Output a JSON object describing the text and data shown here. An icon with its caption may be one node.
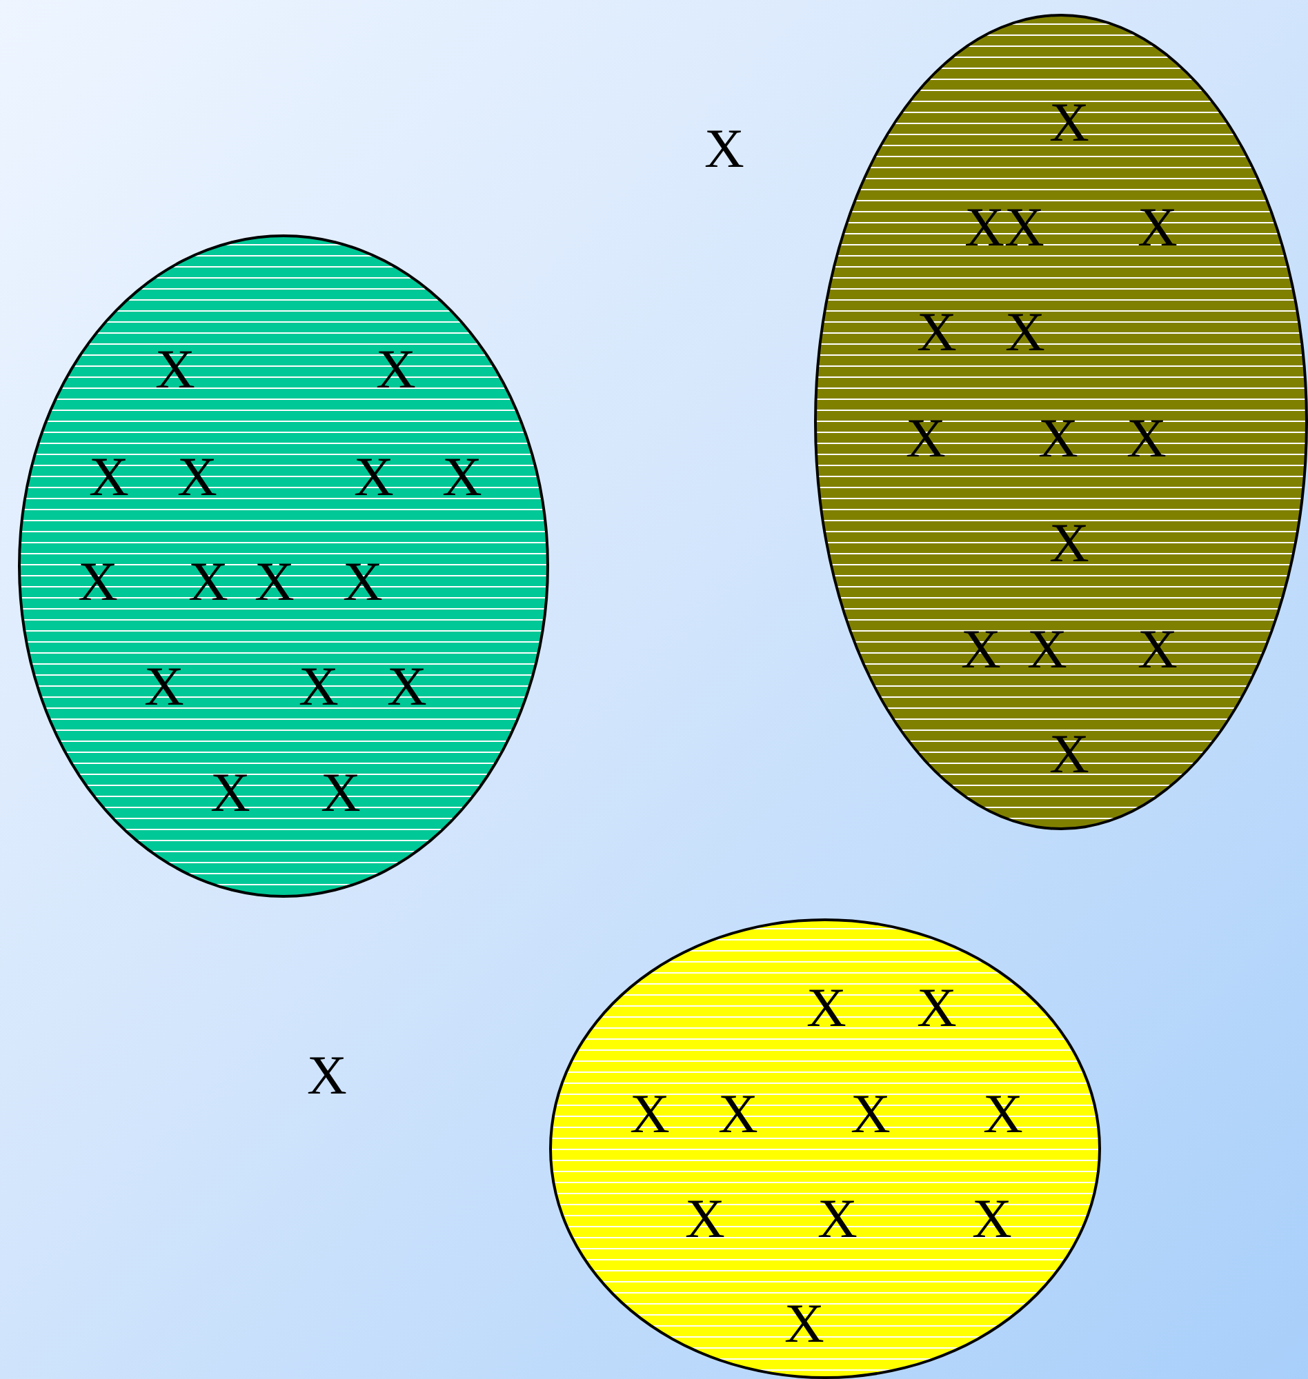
{
  "diagram": {
    "nodes": [
      {
        "text": [
          "X",
          "XX",
          "X",
          "X",
          "X",
          "X",
          "X",
          "X",
          "X",
          "X",
          "X",
          "X",
          "X"
        ]
      },
      {
        "text": [
          "X",
          "X",
          "X",
          "X",
          "X",
          "X",
          "X",
          "X",
          "X",
          "X",
          "X",
          "X",
          "X",
          "X",
          "X"
        ]
      },
      {
        "text": [
          "X",
          "X",
          "X",
          "X",
          "X",
          "X",
          "X",
          "X",
          "X",
          "X"
        ]
      }
    ],
    "labels": [
      "X",
      "X"
    ]
  }
}
